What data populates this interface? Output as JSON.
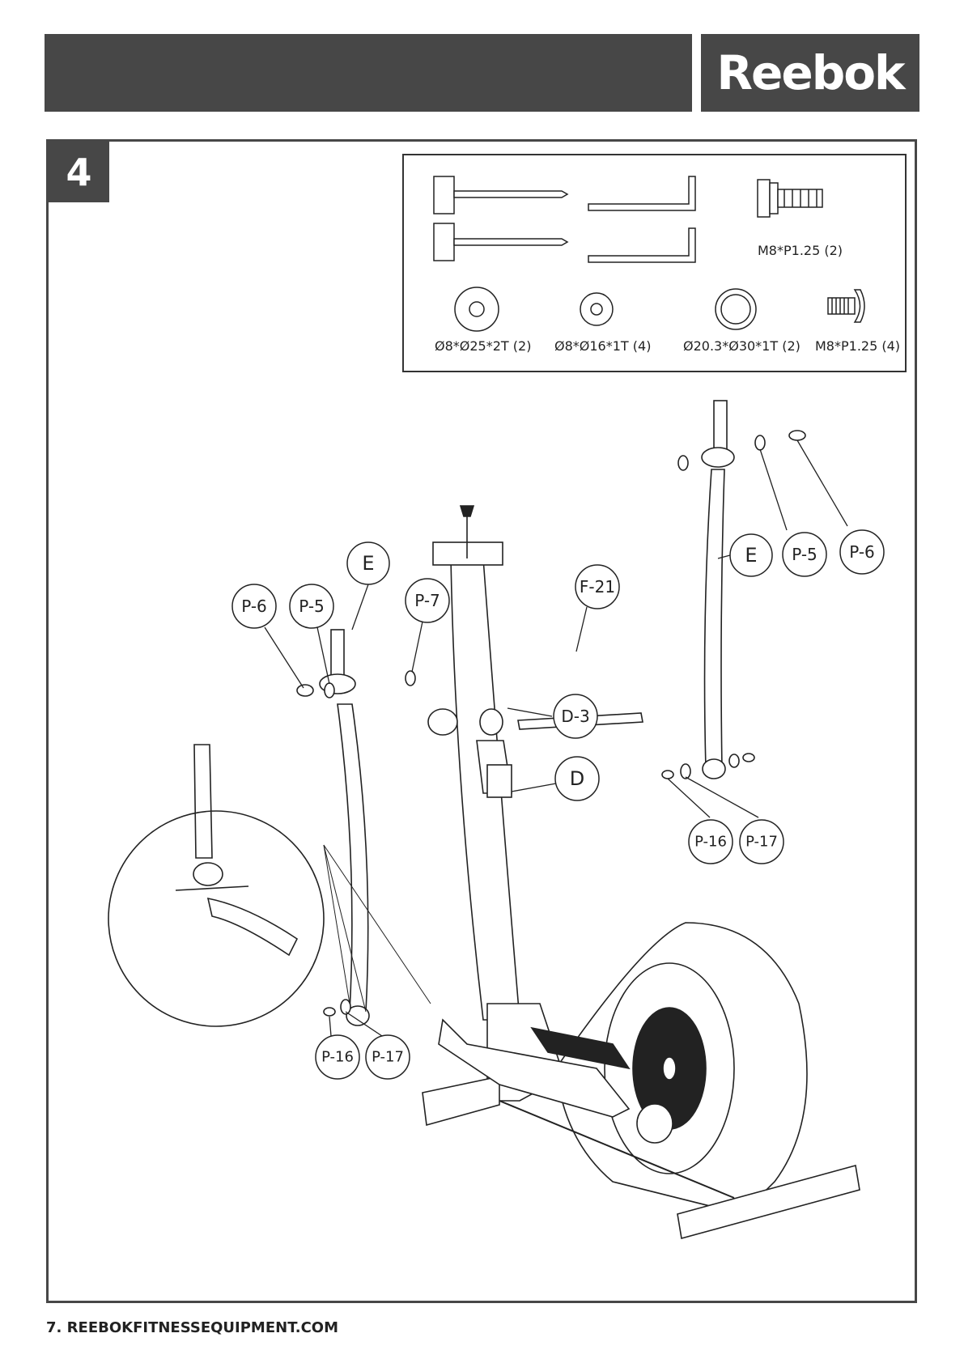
{
  "brand": {
    "logo": "Reebok"
  },
  "step": {
    "number": "4"
  },
  "hardware": {
    "items": [
      {
        "icon": "spanner-tool-icon"
      },
      {
        "icon": "allen-key-icon"
      },
      {
        "icon": "bolt-icon",
        "label": "M8*P1.25 (2)"
      },
      {
        "icon": "large-washer-icon",
        "label": "Ø8*Ø25*2T (2)"
      },
      {
        "icon": "small-washer-icon",
        "label": "Ø8*Ø16*1T (4)"
      },
      {
        "icon": "thin-washer-icon",
        "label": "Ø20.3*Ø30*1T (2)"
      },
      {
        "icon": "button-screw-icon",
        "label": "M8*P1.25 (4)"
      }
    ]
  },
  "callouts": {
    "e_left": "E",
    "e_right": "E",
    "p6_left": "P-6",
    "p5_left": "P-5",
    "p7": "P-7",
    "f21": "F-21",
    "d3": "D-3",
    "d": "D",
    "p5_right": "P-5",
    "p6_right": "P-6",
    "p16_left": "P-16",
    "p17_left": "P-17",
    "p16_right": "P-16",
    "p17_right": "P-17"
  },
  "footer": {
    "page": "7.",
    "site": "REEBOKFITNESSEQUIPMENT.COM"
  }
}
